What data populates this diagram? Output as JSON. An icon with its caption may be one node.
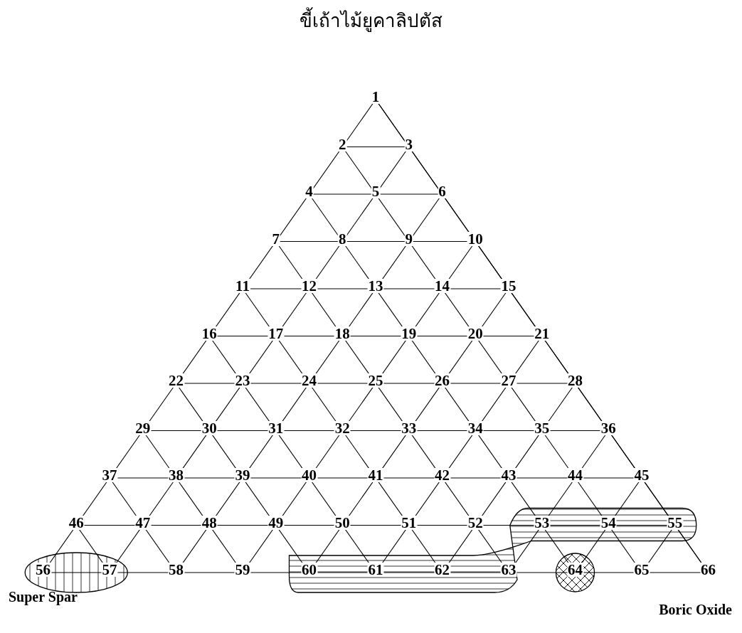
{
  "diagram": {
    "title": "ขี้เถ้าไม้ยูคาลิปตัส",
    "labels": [
      "1",
      "2",
      "3",
      "4",
      "5",
      "6",
      "7",
      "8",
      "9",
      "10",
      "11",
      "12",
      "13",
      "14",
      "15",
      "16",
      "17",
      "18",
      "19",
      "20",
      "21",
      "22",
      "23",
      "24",
      "25",
      "26",
      "27",
      "28",
      "29",
      "30",
      "31",
      "32",
      "33",
      "34",
      "35",
      "36",
      "37",
      "38",
      "39",
      "40",
      "41",
      "42",
      "43",
      "44",
      "45",
      "46",
      "47",
      "48",
      "49",
      "50",
      "51",
      "52",
      "53",
      "54",
      "55",
      "56",
      "57",
      "58",
      "59",
      "60",
      "61",
      "62",
      "63",
      "64",
      "65",
      "66",
      "Super Spar",
      "Boric Oxide"
    ]
  }
}
